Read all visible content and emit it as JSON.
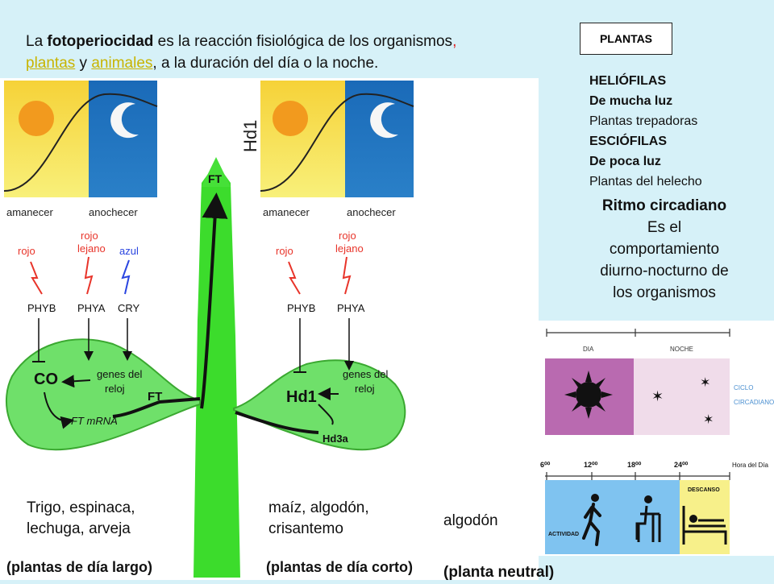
{
  "intro": {
    "p1": "La ",
    "term": "fotoperiocidad",
    "p2": " es la reacción fisiológica de los organismos",
    "comma": ",",
    "link_plantas": "plantas",
    "p3": " y ",
    "link_animales": "animales",
    "p4": ", a la duración del día o la noche."
  },
  "plantas_box": "PLANTAS",
  "right_list": {
    "heliofilas": "HELIÓFILAS",
    "mucha_luz": "De mucha luz",
    "trepadoras": "Plantas trepadoras",
    "esciofilas": "ESCIÓFILAS",
    "poca_luz": "De poca luz",
    "helecho": "Plantas del helecho"
  },
  "ritmo": {
    "title": "Ritmo circadiano",
    "line1": "Es el",
    "line2": "comportamiento",
    "line3": "diurno-nocturno de",
    "line4": "los organismos"
  },
  "diagram": {
    "hd1_top": "Hd1",
    "ft_top": "FT",
    "left_sky": {
      "amanecer": "amanecer",
      "anochecer": "anochecer"
    },
    "right_sky": {
      "amanecer": "amanecer",
      "anochecer": "anochecer"
    },
    "left_signals": {
      "rojo": "rojo",
      "rojo_lejano_1": "rojo",
      "rojo_lejano_2": "lejano",
      "azul": "azul"
    },
    "left_receptors": {
      "phyb": "PHYB",
      "phya": "PHYA",
      "cry": "CRY"
    },
    "right_signals": {
      "rojo": "rojo",
      "rojo_lejano_1": "rojo",
      "rojo_lejano_2": "lejano"
    },
    "right_receptors": {
      "phyb": "PHYB",
      "phya": "PHYA"
    },
    "left_leaf": {
      "co": "CO",
      "genes_1": "genes del",
      "genes_2": "reloj",
      "ft": "FT",
      "ft_mrna": "FT mRNA"
    },
    "right_leaf": {
      "hd1": "Hd1",
      "genes_1": "genes del",
      "genes_2": "reloj",
      "hd3a": "Hd3a"
    },
    "label_long": "(plantas de día largo)",
    "label_short": "(plantas de día corto)",
    "colors": {
      "stem": "#3cdc2c",
      "leaf": "#6fe06a",
      "sky_day": "#f7e63c",
      "sky_night": "#1a66b2",
      "arrow_red": "#e8342a",
      "arrow_blue": "#2a45e0"
    }
  },
  "captions": {
    "long_1": "Trigo, espinaca,",
    "long_2": "lechuga, arveja",
    "short_1": "maíz, algodón,",
    "short_2": "crisantemo",
    "neutral_1": "algodón",
    "neutral_2": "(planta neutral)"
  },
  "circadian": {
    "dia": "DIA",
    "noche": "NOCHE",
    "ciclo_1": "CICLO",
    "ciclo_2": "CIRCADIANO",
    "h6": "6⁰⁰",
    "h12": "12⁰⁰",
    "h18": "18⁰⁰",
    "h24": "24⁰⁰",
    "hora": "Hora del Día",
    "actividad": "ACTIVIDAD",
    "descanso": "DESCANSO",
    "colors": {
      "day": "#b96ab0",
      "night": "#f0dcea",
      "activity": "#7fc3f0",
      "rest": "#f7f08a"
    }
  }
}
